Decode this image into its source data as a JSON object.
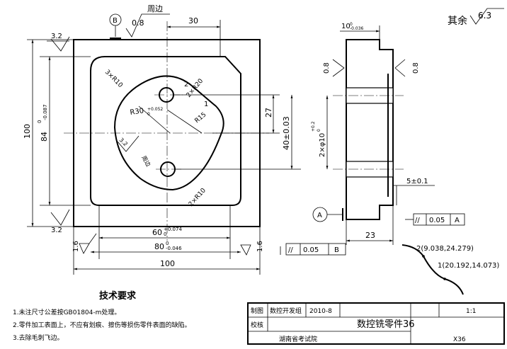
{
  "top_right": {
    "label": "其余",
    "roughness": "6.3"
  },
  "datum_b": {
    "label": "B",
    "roughness": "0.8",
    "note": "周边"
  },
  "front_view": {
    "dims": {
      "top": "30",
      "radius_3x": "3×R10",
      "radius_2x": "2×R20",
      "radius_main": "R30",
      "radius_main_tol_up": "+0.052",
      "radius_main_tol_dn": "0",
      "r15": "R15",
      "twentyseven": "27",
      "forty": "40±0.03",
      "left_100": "100",
      "left_84": "84",
      "left_84_tol_up": "0",
      "left_84_tol_dn": "-0.087",
      "bottom_60": "60",
      "bottom_60_tol_up": "+0.074",
      "bottom_60_tol_dn": "0",
      "bottom_80": "80",
      "bottom_80_tol_up": "0",
      "bottom_80_tol_dn": "-0.046",
      "bottom_100": "100",
      "r10_2x": "2×R10",
      "point_1": "1",
      "point_2": "2"
    },
    "roughness": {
      "top_left": "3.2",
      "bottom_left": "3.2",
      "left_low": "1.6",
      "right_low": "1.6",
      "inner": "3.2",
      "inner_note": "周边"
    },
    "tolerance_b": {
      "symbol": "//",
      "value": "0.05",
      "datum": "B"
    }
  },
  "side_view": {
    "top_dim": "10",
    "top_dim_tol": "-0.036",
    "top_dim_tol_up": "0",
    "hole_dim": "2×φ10",
    "hole_tol_up": "+0.2",
    "hole_tol_dn": "0",
    "five": "5±0.1",
    "twentythree": "23",
    "rough_left": "0.8",
    "rough_right": "0.8",
    "datum_a": "A",
    "tolerance_a": {
      "symbol": "//",
      "value": "0.05",
      "datum": "A"
    }
  },
  "curve_detail": {
    "p2": "2(9.038,24.279)",
    "p1": "1(20.192,14.073)"
  },
  "tech_req": {
    "title": "技术要求",
    "items": [
      "1.未注尺寸公差按GB01804-m处理。",
      "2.零件加工表面上，不应有划痕、擦伤等损伤零件表面的缺陷。",
      "3.去除毛刺飞边。"
    ]
  },
  "title_block": {
    "draw_label": "制图",
    "drawer": "数控开发组",
    "date": "2010-8",
    "part_name": "数控铣零件36",
    "scale": "1:1",
    "check_label": "校核",
    "institute": "湖南省考试院",
    "code": "X36"
  }
}
